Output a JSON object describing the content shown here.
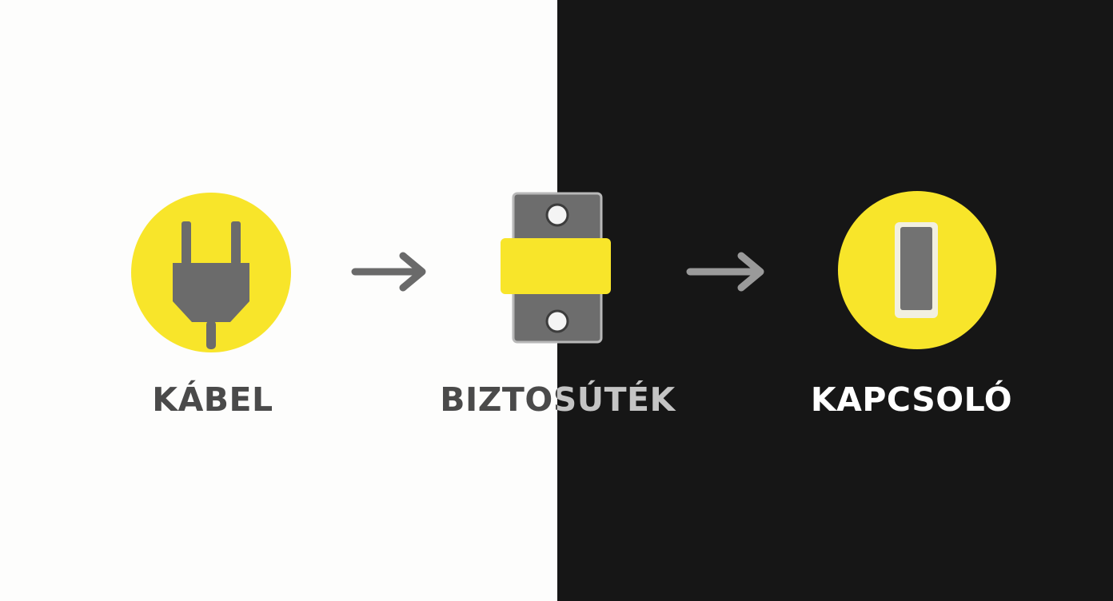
{
  "steps": [
    {
      "label": "KÁBEL",
      "icon": "plug-icon"
    },
    {
      "label": "BIZTOSÚTÉK",
      "icon": "fuse-icon"
    },
    {
      "label": "KAPCSOLÓ",
      "icon": "switch-icon"
    }
  ],
  "colors": {
    "background_left": "#fdfdfc",
    "background_right": "#161616",
    "accent_yellow": "#f8e52a",
    "icon_gray": "#6d6d6d",
    "label_dark": "#4a4a4a",
    "label_light": "#ffffff"
  }
}
